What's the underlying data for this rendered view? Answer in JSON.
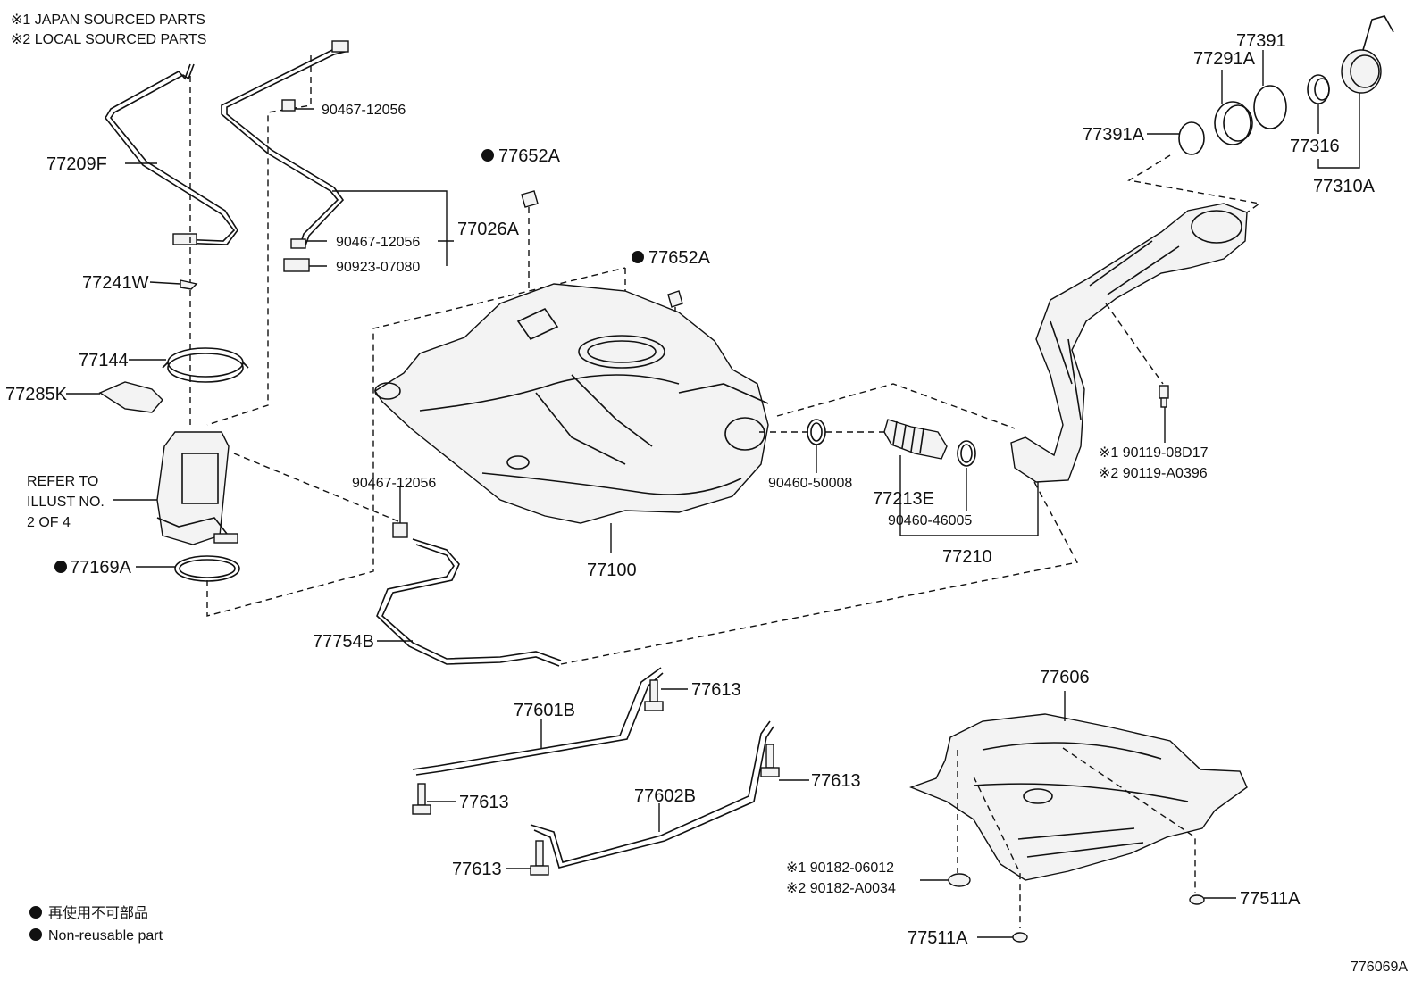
{
  "notes": {
    "japan": "※1 JAPAN SOURCED PARTS",
    "local": "※2 LOCAL SOURCED PARTS",
    "refer_line1": "REFER TO",
    "refer_line2": "ILLUST NO.",
    "refer_line3": "2 OF 4"
  },
  "legend": {
    "jp": "再使用不可部品",
    "en": "Non-reusable part"
  },
  "figure_id": "776069A",
  "labels": {
    "p77209F": "77209F",
    "p77241W": "77241W",
    "p77144": "77144",
    "p77285K": "77285K",
    "p77169A": "77169A",
    "p90467_top": "90467-12056",
    "p90467_mid": "90467-12056",
    "p90923": "90923-07080",
    "p77026A": "77026A",
    "p77652A_1": "77652A",
    "p77652A_2": "77652A",
    "p90467_left": "90467-12056",
    "p77100": "77100",
    "p77754B": "77754B",
    "p90460_50008": "90460-50008",
    "p77213E": "77213E",
    "p90460_46005": "90460-46005",
    "p77210": "77210",
    "p77391A": "77391A",
    "p77291A": "77291A",
    "p77391": "77391",
    "p77316": "77316",
    "p77310A": "77310A",
    "p190119": "※1 90119-08D17",
    "p290119": "※2 90119-A0396",
    "p77601B": "77601B",
    "p77613_a": "77613",
    "p77613_b": "77613",
    "p77613_c": "77613",
    "p77613_d": "77613",
    "p77602B": "77602B",
    "p77606": "77606",
    "p190182": "※1 90182-06012",
    "p290182": "※2 90182-A0034",
    "p77511A_1": "77511A",
    "p77511A_2": "77511A"
  }
}
